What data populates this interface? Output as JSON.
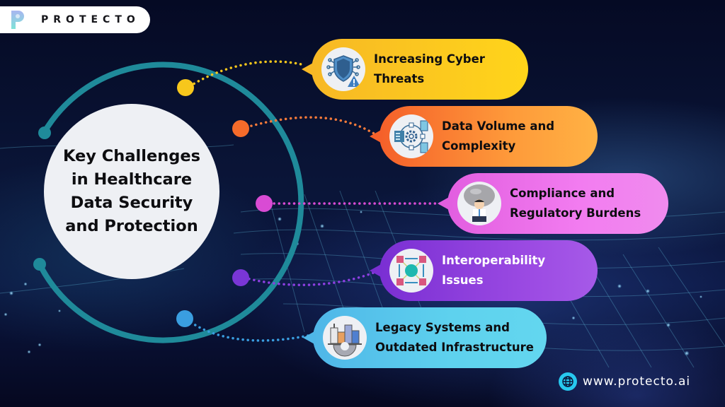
{
  "brand": {
    "logo_text": "PROTECTO",
    "website": "www.protecto.ai"
  },
  "center": {
    "title_lines": [
      "Key Challenges",
      "in Healthcare",
      "Data Security",
      "and Protection"
    ]
  },
  "challenges": [
    {
      "lines": [
        "Increasing Cyber",
        "Threats"
      ],
      "icon": "shield-warning-icon",
      "color": "#ffd51a",
      "node_color": "#f7c71c"
    },
    {
      "lines": [
        "Data Volume and",
        "Complexity"
      ],
      "icon": "data-gear-icon",
      "color": "#fe8a36",
      "node_color": "#f56b2a"
    },
    {
      "lines": [
        "Compliance and",
        "Regulatory Burdens"
      ],
      "icon": "burdened-person-icon",
      "color": "#f27cf0",
      "node_color": "#d94bd4"
    },
    {
      "lines": [
        "Interoperability",
        "Issues"
      ],
      "icon": "network-nodes-icon",
      "color": "#9c4be3",
      "node_color": "#7a36d6"
    },
    {
      "lines": [
        "Legacy Systems and",
        "Outdated Infrastructure"
      ],
      "icon": "buildings-gear-icon",
      "color": "#5ed2ee",
      "node_color": "#3a9ee0"
    }
  ],
  "colors": {
    "ring": "#1f8a9a",
    "background": "#0a1538"
  }
}
